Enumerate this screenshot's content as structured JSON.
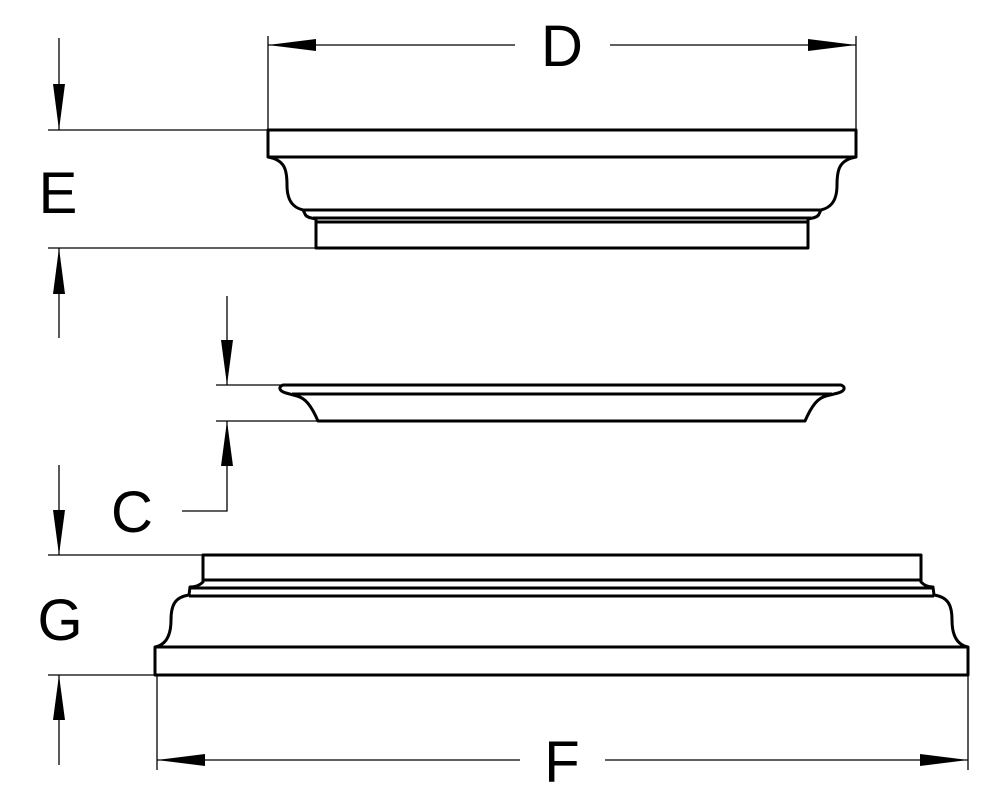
{
  "diagram": {
    "parts": [
      "capital",
      "plate",
      "base"
    ],
    "dimension_labels": {
      "D": "D",
      "E": "E",
      "C": "C",
      "G": "G",
      "F": "F"
    }
  }
}
